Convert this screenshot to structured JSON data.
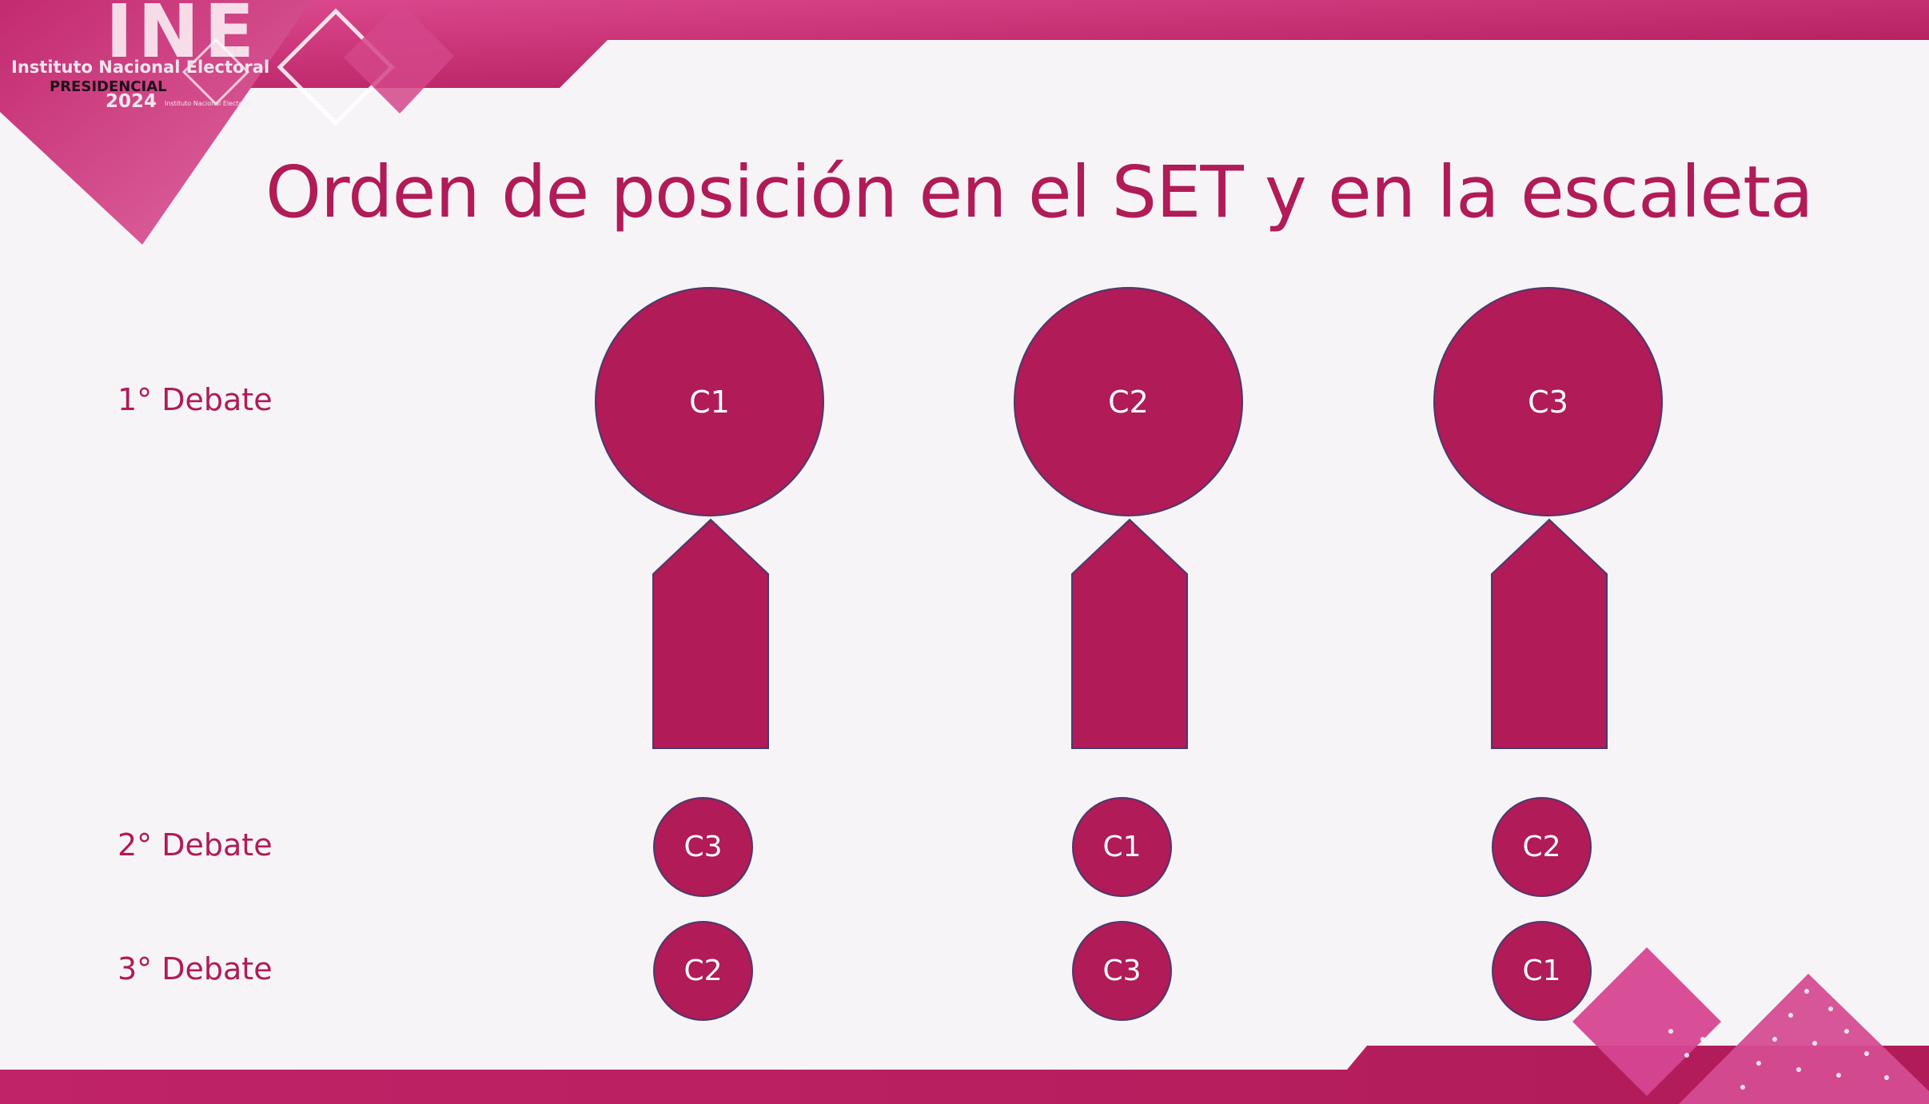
{
  "slide": {
    "title": "Orden de posición en el SET y en la escaleta"
  },
  "logo": {
    "acronym": "INE",
    "institute": "Instituto Nacional Electoral",
    "program": "PRESIDENCIAL",
    "year": "2024",
    "tagline": "Instituto Nacional Electoral"
  },
  "rows": [
    {
      "label": "1° Debate",
      "positions": [
        "C1",
        "C2",
        "C3"
      ]
    },
    {
      "label": "2° Debate",
      "positions": [
        "C3",
        "C1",
        "C2"
      ]
    },
    {
      "label": "3° Debate",
      "positions": [
        "C2",
        "C3",
        "C1"
      ]
    }
  ],
  "colors": {
    "brand": "#b01b58",
    "brand_light": "#cf3f83",
    "background": "#f6f4f6",
    "outline": "#4a3a6d"
  }
}
